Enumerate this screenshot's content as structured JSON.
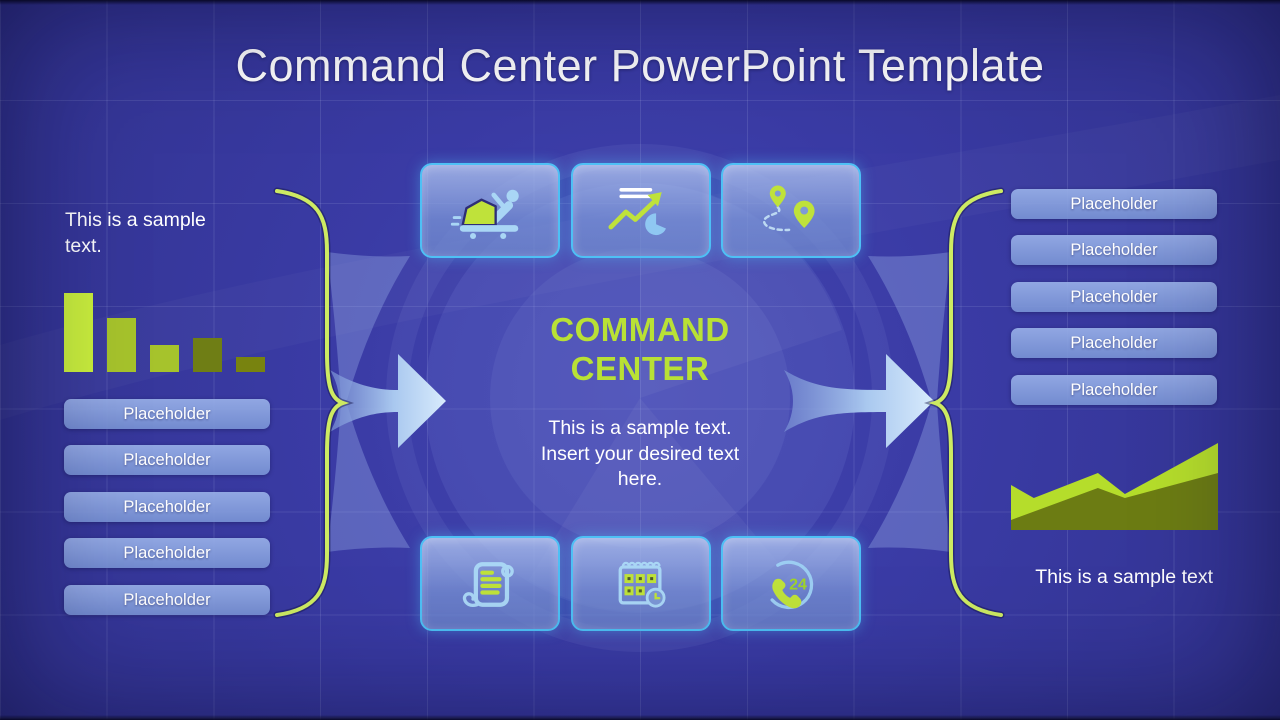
{
  "title": "Command Center PowerPoint Template",
  "colors": {
    "background": "#3a3ba5",
    "accent_green": "#bfe23a",
    "brace_green": "#cdea62",
    "heading_green": "#b9e135",
    "tile_border_blue": "#4ec0f5",
    "icon_light_blue": "#a9d6f5",
    "button_fill": "#8096d6",
    "text_white": "#ffffff"
  },
  "left_panel": {
    "sample_text": "This is a sample text.",
    "placeholders": [
      "Placeholder",
      "Placeholder",
      "Placeholder",
      "Placeholder",
      "Placeholder"
    ]
  },
  "center": {
    "heading": {
      "line1": "COMMAND",
      "line2": "CENTER"
    },
    "body_text": "This is a sample text. Insert your desired text here.",
    "top_tiles": [
      {
        "icon": "patient-stretcher-icon"
      },
      {
        "icon": "trend-analytics-icon"
      },
      {
        "icon": "route-map-icon"
      }
    ],
    "bottom_tiles": [
      {
        "icon": "scroll-document-icon"
      },
      {
        "icon": "calendar-clock-icon"
      },
      {
        "icon": "phone-24h-icon"
      }
    ]
  },
  "right_panel": {
    "placeholders": [
      "Placeholder",
      "Placeholder",
      "Placeholder",
      "Placeholder",
      "Placeholder"
    ],
    "sample_text": "This is a sample text"
  },
  "chart_data": [
    {
      "type": "bar",
      "title": "",
      "xlabel": "",
      "ylabel": "",
      "axes_visible": false,
      "values": [
        80,
        55,
        27,
        34,
        15
      ],
      "ylim": [
        0,
        85
      ],
      "bar_colors": [
        "#c9ee3c",
        "#a6c32c",
        "#a6c32c",
        "#6f7e15",
        "#78830f"
      ]
    },
    {
      "type": "area",
      "title": "",
      "xlabel": "",
      "ylabel": "",
      "axes_visible": false,
      "ylim": [
        0,
        90
      ],
      "series": [
        {
          "name": "back-area",
          "color": "#b5dd2b",
          "x": [
            0,
            0.11,
            0.42,
            0.55,
            1
          ],
          "values": [
            45,
            32,
            57,
            36,
            87
          ]
        },
        {
          "name": "front-area",
          "color": "#6c7c13",
          "x": [
            0,
            0.42,
            0.55,
            1
          ],
          "values": [
            10,
            42,
            32,
            57
          ]
        }
      ]
    }
  ]
}
